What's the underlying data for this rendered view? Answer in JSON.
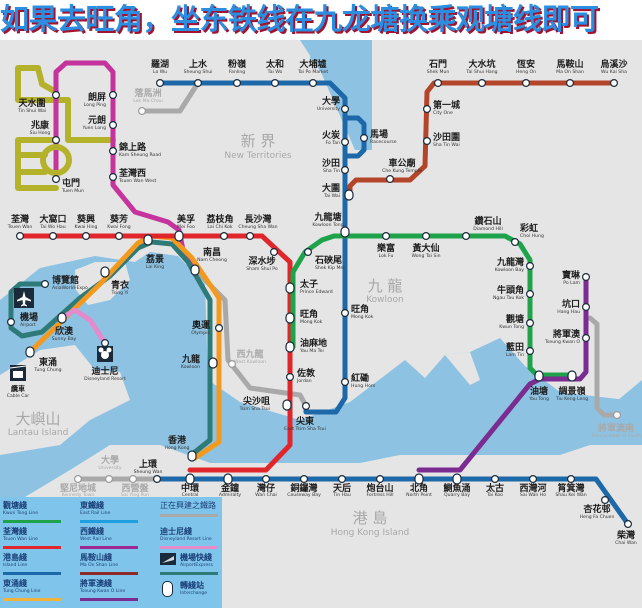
{
  "title": "如果去旺角，坐东铁线在九龙塘换乘观塘线即可",
  "regions": {
    "new_territories": {
      "zh": "新 界",
      "en": "New Territories"
    },
    "kowloon": {
      "zh": "九 龍",
      "en": "Kowloon"
    },
    "hong_kong_island": {
      "zh": "港 島",
      "en": "Hong Kong Island"
    },
    "lantau": {
      "zh": "大嶼山",
      "en": "Lantau Island"
    }
  },
  "lines": {
    "kwun_tong": {
      "zh": "觀塘綫",
      "en": "Kwun Tong Line",
      "color": "#1ea34a"
    },
    "east_rail": {
      "zh": "東鐵綫",
      "en": "East Rail Line",
      "color": "#1e8fd6"
    },
    "under_construction": {
      "zh": "正在興建之鐵路",
      "en": "",
      "color": "#a9a9a9"
    },
    "tsuen_wan": {
      "zh": "荃灣綫",
      "en": "Tsuen Wan Line",
      "color": "#e1262b"
    },
    "west_rail": {
      "zh": "西鐵綫",
      "en": "West Rail Line",
      "color": "#c4349c"
    },
    "disneyland": {
      "zh": "迪士尼綫",
      "en": "Disneyland Resort Line",
      "color": "#e58acb"
    },
    "island": {
      "zh": "港島綫",
      "en": "Island Line",
      "color": "#1d68a8"
    },
    "ma_on_shan": {
      "zh": "馬鞍山綫",
      "en": "Ma On Shan Line",
      "color": "#b3452a"
    },
    "airport_express": {
      "zh": "機場快綫",
      "en": "AirportExpress",
      "color": "#2e7a78"
    },
    "tung_chung": {
      "zh": "東涌綫",
      "en": "Tung Chung Line",
      "color": "#f39a1e"
    },
    "tseung_kwan_o": {
      "zh": "將軍澳綫",
      "en": "Tseung Kwan O Line",
      "color": "#7a2c91"
    },
    "interchange": {
      "zh": "轉綫站",
      "en": "Interchange"
    },
    "light_rail_color": "#b4b22a"
  },
  "colors": {
    "land": "#e5e5e5",
    "water": "#8ec2e2",
    "legend_bg": "#7fc4ea"
  },
  "stations": {
    "lowu": {
      "zh": "羅湖",
      "en": "Lo Wu"
    },
    "sheungshui": {
      "zh": "上水",
      "en": "Sheung Shui"
    },
    "fanling": {
      "zh": "粉嶺",
      "en": "Fanling"
    },
    "taiwo": {
      "zh": "太和",
      "en": "Tai Wo"
    },
    "taipo": {
      "zh": "大埔墟",
      "en": "Tai Po Market"
    },
    "lokmachau": {
      "zh": "落馬洲",
      "en": "Lok Ma Chau"
    },
    "university": {
      "zh": "大學",
      "en": "University"
    },
    "racecourse": {
      "zh": "馬場",
      "en": "Racecourse"
    },
    "fotan": {
      "zh": "火炭",
      "en": "Fo Tan"
    },
    "shatin": {
      "zh": "沙田",
      "en": "Sha Tin"
    },
    "taiwai": {
      "zh": "大圍",
      "en": "Tai Wai"
    },
    "kowloontong": {
      "zh": "九龍塘",
      "en": "Kowloon Tong"
    },
    "chekung": {
      "zh": "車公廟",
      "en": "Che Kung Temple"
    },
    "shatinwai": {
      "zh": "沙田圍",
      "en": "Sha Tin Wai"
    },
    "cityone": {
      "zh": "第一城",
      "en": "City One"
    },
    "shekmun": {
      "zh": "石門",
      "en": "Shek Mun"
    },
    "taishuihang": {
      "zh": "大水坑",
      "en": "Tai Shui Hang"
    },
    "hengon": {
      "zh": "恆安",
      "en": "Heng On"
    },
    "maonshan": {
      "zh": "馬鞍山",
      "en": "Ma On Shan"
    },
    "wukaisha": {
      "zh": "烏溪沙",
      "en": "Wu Kai Sha"
    },
    "tinshuiwai": {
      "zh": "天水圍",
      "en": "Tin Shui Wai"
    },
    "siuhong": {
      "zh": "兆康",
      "en": "Siu Hong"
    },
    "tuenmun": {
      "zh": "屯門",
      "en": "Tuen Mun"
    },
    "longping": {
      "zh": "朗屏",
      "en": "Long Ping"
    },
    "yuenlong": {
      "zh": "元朗",
      "en": "Yuen Long"
    },
    "kamsheung": {
      "zh": "錦上路",
      "en": "Kam Sheung Road"
    },
    "tsuenwanwest": {
      "zh": "荃灣西",
      "en": "Tsuen Wan West"
    },
    "tsuenwan": {
      "zh": "荃灣",
      "en": "Tsuen Wan"
    },
    "taiwohau": {
      "zh": "大窩口",
      "en": "Tai Wo Hau"
    },
    "kwaihing": {
      "zh": "葵興",
      "en": "Kwai Hing"
    },
    "kwaifong": {
      "zh": "葵芳",
      "en": "Kwai Fong"
    },
    "laiking": {
      "zh": "荔景",
      "en": "Lai King"
    },
    "meifoo": {
      "zh": "美孚",
      "en": "Mei Foo"
    },
    "laichikok": {
      "zh": "荔枝角",
      "en": "Lai Chi Kok"
    },
    "cheungshawan": {
      "zh": "長沙灣",
      "en": "Cheung Sha Wan"
    },
    "shamshuipo": {
      "zh": "深水埗",
      "en": "Sham Shui Po"
    },
    "namcheong": {
      "zh": "南昌",
      "en": "Nam Cheong"
    },
    "princeedward": {
      "zh": "太子",
      "en": "Prince Edward"
    },
    "mongkok": {
      "zh": "旺角",
      "en": "Mong Kok"
    },
    "yaumatei": {
      "zh": "油麻地",
      "en": "Yau Ma Tei"
    },
    "jordan": {
      "zh": "佐敦",
      "en": "Jordan"
    },
    "tst": {
      "zh": "尖沙咀",
      "en": "Tsim Sha Tsui"
    },
    "shekkipmei": {
      "zh": "石硤尾",
      "en": "Shek Kip Mei"
    },
    "lokfu": {
      "zh": "樂富",
      "en": "Lok Fu"
    },
    "wongtaisin": {
      "zh": "黃大仙",
      "en": "Wong Tai Sin"
    },
    "diamondhill": {
      "zh": "鑽石山",
      "en": "Diamond Hill"
    },
    "choihung": {
      "zh": "彩虹",
      "en": "Choi Hung"
    },
    "kowloonbay": {
      "zh": "九龍灣",
      "en": "Kowloon Bay"
    },
    "ngautaukok": {
      "zh": "牛頭角",
      "en": "Ngau Tau Kok"
    },
    "kwuntong": {
      "zh": "觀塘",
      "en": "Kwun Tong"
    },
    "lamtin": {
      "zh": "藍田",
      "en": "Lam Tin"
    },
    "yautong": {
      "zh": "油塘",
      "en": "Yau Tong"
    },
    "tiukengleng": {
      "zh": "調景嶺",
      "en": "Tiu Keng Leng"
    },
    "polam": {
      "zh": "寶琳",
      "en": "Po Lam"
    },
    "hanghau": {
      "zh": "坑口",
      "en": "Hang Hau"
    },
    "tko": {
      "zh": "將軍澳",
      "en": "Tseung Kwan O"
    },
    "tkosouth": {
      "zh": "將軍澳南",
      "en": "Tseung Kwan O South"
    },
    "mongkokeast": {
      "zh": "旺角",
      "en": "Mong Kok"
    },
    "hunghom": {
      "zh": "紅磡",
      "en": "Hung Hom"
    },
    "easttst": {
      "zh": "尖東",
      "en": "East Tsim Sha Tsui"
    },
    "tungchung": {
      "zh": "東涌",
      "en": "Tung Chung"
    },
    "sunnybay": {
      "zh": "欣澳",
      "en": "Sunny Bay"
    },
    "tsingyi": {
      "zh": "青衣",
      "en": "Tsing Yi"
    },
    "asiaworld": {
      "zh": "博覽館",
      "en": "AsiaWorld-Expo"
    },
    "airport": {
      "zh": "機場",
      "en": "Airport"
    },
    "disneyland": {
      "zh": "迪士尼",
      "en": "Disneyland Resort"
    },
    "olympic": {
      "zh": "奧運",
      "en": "Olympic"
    },
    "kowloon": {
      "zh": "九龍",
      "en": "Kowloon"
    },
    "westkowloon": {
      "zh": "西九龍",
      "en": "West Kowloon"
    },
    "hongkong": {
      "zh": "香港",
      "en": "Hong Kong"
    },
    "sheungwan": {
      "zh": "上環",
      "en": "Sheung Wan"
    },
    "central": {
      "zh": "中環",
      "en": "Central"
    },
    "admiralty": {
      "zh": "金鐘",
      "en": "Admiralty"
    },
    "wanchai": {
      "zh": "灣仔",
      "en": "Wan Chai"
    },
    "causewaybay": {
      "zh": "銅鑼灣",
      "en": "Causeway Bay"
    },
    "tinhau": {
      "zh": "天后",
      "en": "Tin Hau"
    },
    "fortresshill": {
      "zh": "炮台山",
      "en": "Fortress Hill"
    },
    "northpoint": {
      "zh": "北角",
      "en": "North Point"
    },
    "quarrybay": {
      "zh": "鰂魚涌",
      "en": "Quarry Bay"
    },
    "taikoo": {
      "zh": "太古",
      "en": "Tai Koo"
    },
    "saiwanho": {
      "zh": "西灣河",
      "en": "Sai Wan Ho"
    },
    "shaukeiwan": {
      "zh": "筲箕灣",
      "en": "Shau Kei Wan"
    },
    "hengfachuen": {
      "zh": "杏花邨",
      "en": "Heng Fa Chuen"
    },
    "chaiwan": {
      "zh": "柴灣",
      "en": "Chai Wan"
    },
    "kennedytown": {
      "zh": "堅尼地城",
      "en": "Kennedy Town"
    },
    "hku": {
      "zh": "大學",
      "en": "University"
    },
    "saiyingpun": {
      "zh": "西營盤",
      "en": "Sai Ying Pun"
    }
  },
  "icons": {
    "airport": "plane-icon",
    "cable_car": {
      "icon": "cable-car-icon",
      "zh": "纜車",
      "en": "Cable Car"
    },
    "disneyland": "mickey-icon"
  }
}
